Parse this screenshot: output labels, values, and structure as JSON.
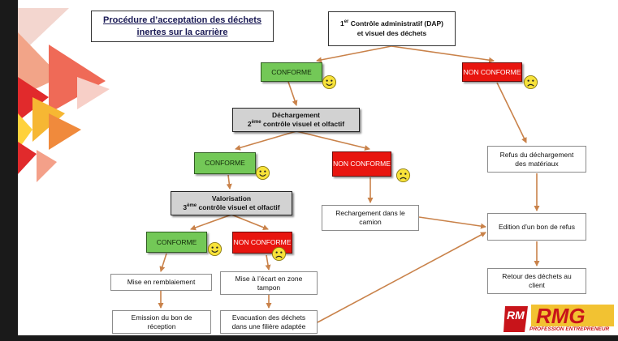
{
  "title": {
    "line1": "Procédure d’acceptation des déchets",
    "line2": "inertes sur la carrière"
  },
  "nodes": {
    "control1": {
      "line1_main": "1",
      "line1_sup": "er",
      "line1_rest": " Contrôle administratif (DAP)",
      "line2": "et visuel des déchets"
    },
    "conforme1": "CONFORME",
    "non_conforme1": "NON CONFORME",
    "dechargement": {
      "line1": "Déchargement",
      "line2_main": "2",
      "line2_sup": "ème",
      "line2_rest": " contrôle visuel et olfactif"
    },
    "refus_dechargement": {
      "line1": "Refus du déchargement",
      "line2": "des matériaux"
    },
    "conforme2": "CONFORME",
    "non_conforme2": "NON CONFORME",
    "valorisation": {
      "line1": "Valorisation",
      "line2_main": "3",
      "line2_sup": "ème",
      "line2_rest": " contrôle visuel et olfactif"
    },
    "rechargement": {
      "line1": "Rechargement dans le",
      "line2": "camion"
    },
    "edition": "Edition d’un bon de refus",
    "conforme3": "CONFORME",
    "non_conforme3": "NON CONFORME",
    "remblaiement": "Mise en remblaiement",
    "mise_ecart": {
      "line1": "Mise à l’écart en zone",
      "line2": "tampon"
    },
    "retour": {
      "line1": "Retour des déchets au",
      "line2": "client"
    },
    "emission": {
      "line1": "Emission du bon de",
      "line2": "réception"
    },
    "evacuation": {
      "line1": "Evacuation des déchets",
      "line2": "dans une filière adaptée"
    }
  },
  "logo": {
    "mark": "RM",
    "name": "RMG",
    "tagline": "PROFESSION ENTREPRENEUR"
  },
  "colors": {
    "accent_arrow": "#c9824a",
    "conforme": "#73c857",
    "non_conforme": "#e8150f",
    "decision_box": "#d2d2d2",
    "title_text": "#1a1a55",
    "logo_red": "#c8141a"
  },
  "icons": {
    "happy": "smiley-happy-icon",
    "sad": "smiley-sad-icon"
  }
}
